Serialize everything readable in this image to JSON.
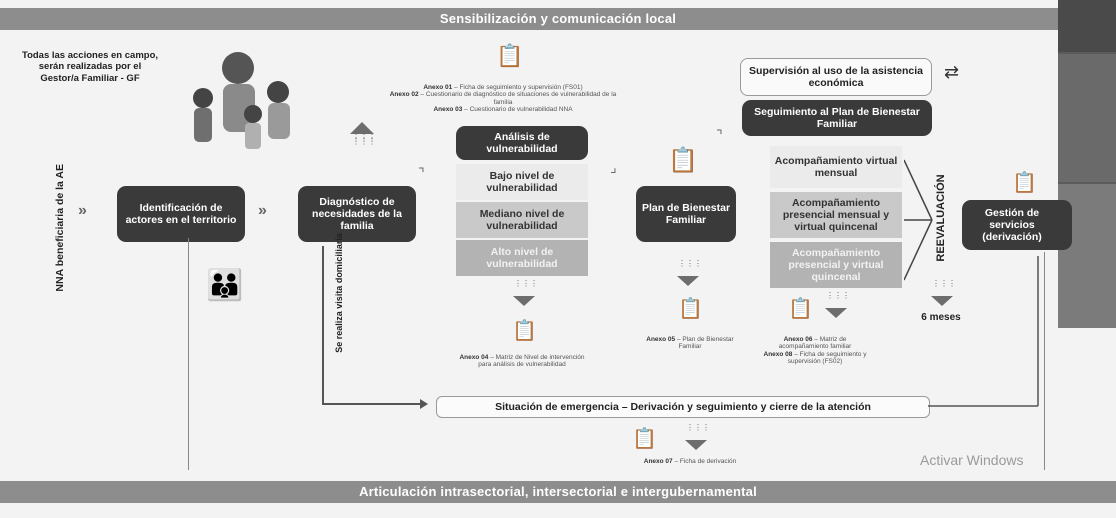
{
  "top_band": "Sensibilización y comunicación local",
  "bottom_band": "Articulación intrasectorial, intersectorial e intergubernamental",
  "intro_text": "Todas las acciones en campo, serán realizadas por el Gestor/a Familiar - GF",
  "side_label": "NNA beneficiaria de la AE",
  "steps": {
    "identificacion": "Identificación de actores en el territorio",
    "diagnostico": "Diagnóstico de necesidades de la familia",
    "analisis": "Análisis de vulnerabilidad",
    "plan": "Plan de Bienestar Familiar",
    "seguimiento": "Seguimiento al Plan de Bienestar Familiar",
    "gestion": "Gestión de servicios (derivación)"
  },
  "levels": [
    "Bajo nivel de vulnerabilidad",
    "Mediano nivel de vulnerabilidad",
    "Alto nivel de vulnerabilidad"
  ],
  "accompaniment": [
    "Acompañamiento virtual mensual",
    "Acompañamiento presencial mensual y virtual quincenal",
    "Acompañamiento presencial y virtual quincenal"
  ],
  "supervision": "Supervisión al uso de la asistencia económica",
  "reevaluacion": "REEVALUACIÓN",
  "meses": "6 meses",
  "visita": "Se realiza visita domiciliaria",
  "emergencia": "Situación de emergencia – Derivación y seguimiento y cierre de la atención",
  "annexes": {
    "a01_label": "Anexo 01",
    "a01_text": " – Ficha de seguimiento y supervisión (FS01)",
    "a02_label": "Anexo 02",
    "a02_text": " – Cuestionario de diagnóstico de situaciones de vulnerabilidad de la familia",
    "a03_label": "Anexo 03",
    "a03_text": " – Cuestionario de vulnerabilidad NNA",
    "a04_label": "Anexo 04",
    "a04_text": " – Matriz de Nivel de intervención para análisis de vulnerabilidad",
    "a05_label": "Anexo 05",
    "a05_text": " – Plan de Bienestar Familiar",
    "a06_label": "Anexo 06",
    "a06_text": " – Matriz de acompañamiento familiar",
    "a08_label": "Anexo 08",
    "a08_text": " – Ficha de seguimiento y supervisión (FS02)",
    "a07_label": "Anexo 07",
    "a07_text": " – Ficha de derivación"
  },
  "watermark": "Activar Windows",
  "colors": {
    "band": "#8d8d8d",
    "dark_box": "#3a3a3a",
    "level_light": "#dcdcdc",
    "level_mid": "#c4c4c4",
    "level_dark": "#a8a8a8"
  }
}
